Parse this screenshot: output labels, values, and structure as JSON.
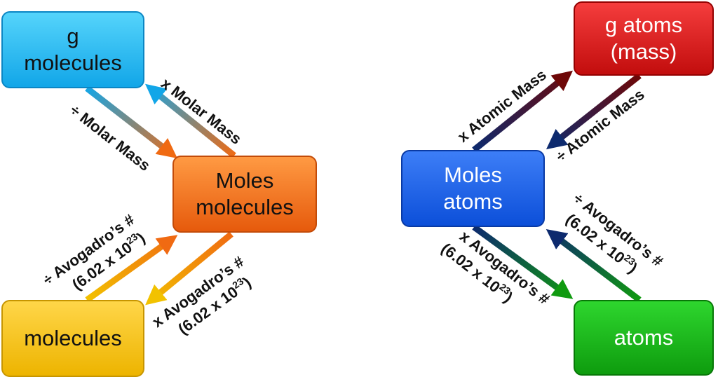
{
  "boxes": {
    "g_molecules": {
      "line1": "g",
      "line2": "molecules"
    },
    "moles_molecules": {
      "line1": "Moles",
      "line2": "molecules"
    },
    "molecules": {
      "line1": "molecules"
    },
    "g_atoms": {
      "line1": "g atoms",
      "line2": "(mass)"
    },
    "moles_atoms": {
      "line1": "Moles",
      "line2": "atoms"
    },
    "atoms": {
      "line1": "atoms"
    }
  },
  "labels": {
    "x_molar_mass": "x Molar Mass",
    "div_molar_mass": "÷ Molar Mass",
    "div_avogadro": "÷ Avogadro’s #",
    "div_avogadro_value": "(6.02 x 10",
    "div_avogadro_exp": "23",
    "div_avogadro_close": ")",
    "x_avogadro": "x Avogadro’s #",
    "x_avogadro_value": "(6.02 x 10",
    "x_avogadro_exp": "23",
    "x_avogadro_close": ")",
    "x_atomic_mass": "x Atomic Mass",
    "div_atomic_mass": "÷ Atomic Mass",
    "atoms_div_avogadro": "÷ Avogadro’s #",
    "atoms_div_avogadro_value": "(6.02 x 10",
    "atoms_div_avogadro_exp": "23",
    "atoms_div_avogadro_close": ")",
    "atoms_x_avogadro": "x Avogadro’s #",
    "atoms_x_avogadro_value": "(6.02 x 10",
    "atoms_x_avogadro_exp": "23",
    "atoms_x_avogadro_close": ")"
  },
  "colors": {
    "cyan": "#12a6e8",
    "orange": "#f06a12",
    "yellow": "#f2c200",
    "red": "#c41212",
    "dark_red": "#6e0707",
    "navy": "#0d2a6e",
    "blue": "#1a56d8",
    "green": "#109a10"
  }
}
